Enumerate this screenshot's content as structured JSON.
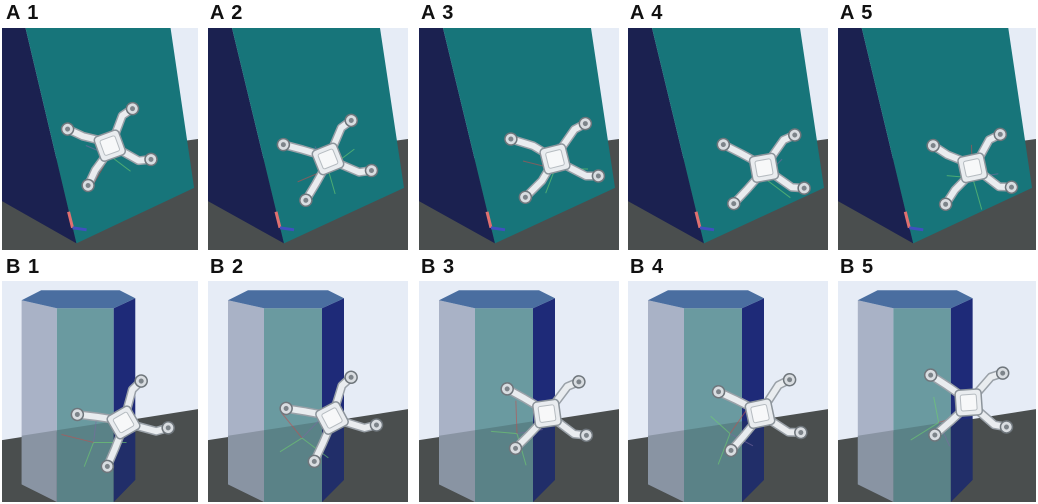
{
  "figure": {
    "rows": [
      {
        "row_id": "A",
        "scene": "inclined-wall",
        "panels": [
          {
            "label": "A 1"
          },
          {
            "label": "A 2"
          },
          {
            "label": "A 3"
          },
          {
            "label": "A 4"
          },
          {
            "label": "A 5"
          }
        ]
      },
      {
        "row_id": "B",
        "scene": "hexagonal-pillar",
        "panels": [
          {
            "label": "B 1"
          },
          {
            "label": "B 2"
          },
          {
            "label": "B 3"
          },
          {
            "label": "B 4"
          },
          {
            "label": "B 5"
          }
        ]
      }
    ],
    "colors": {
      "sky": "#e6ecf6",
      "floor": "#4a4e4e",
      "wall_face": "#17757a",
      "wall_side": "#1b2150",
      "pillar_face": "#6a9aa0",
      "pillar_left": "#a9b2c6",
      "pillar_right": "#1e2a78",
      "pillar_top": "#4a6ea0",
      "robot": "#e9ecef"
    }
  }
}
